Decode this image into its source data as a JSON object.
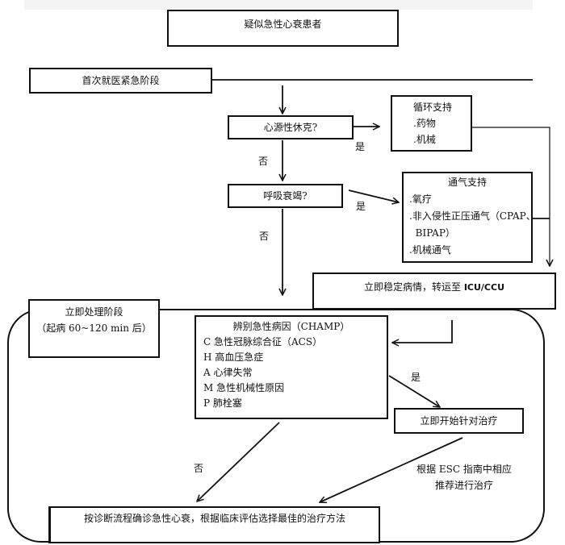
{
  "start": "疑似急性心衰患者",
  "phase1": "首次就医紧急阶段",
  "shock_q": "心源性休克?",
  "circ": {
    "title": "循环支持",
    "items": [
      ".药物",
      ".机械"
    ]
  },
  "resp_q": "呼吸衰竭?",
  "vent": {
    "title": "通气支持",
    "items": [
      ".氧疗",
      ".非入侵性正压通气（CPAP、",
      "  BIPAP）",
      ".机械通气"
    ]
  },
  "stabilize": {
    "text": "立即稳定病情，转运至 ",
    "unit": "ICU/CCU"
  },
  "phase2": {
    "line1": "立即处理阶段",
    "line2": "（起病 60~120 min 后）"
  },
  "champ": {
    "title": "辨别急性病因（CHAMP）",
    "items": [
      "C 急性冠脉综合征（ACS）",
      "H 高血压急症",
      "A 心律失常",
      "M 急性机械性原因",
      "P 肺栓塞"
    ]
  },
  "treat_now": "立即开始针对治疗",
  "esc": {
    "line1": "根据 ESC 指南中相应",
    "line2": "推荐进行治疗"
  },
  "final": "按诊断流程确诊急性心衰，根据临床评估选择最佳的治疗方法",
  "labels": {
    "yes1": "是",
    "no1": "否",
    "yes2": "是",
    "no2": "否",
    "yes3": "是",
    "no3": "否"
  }
}
